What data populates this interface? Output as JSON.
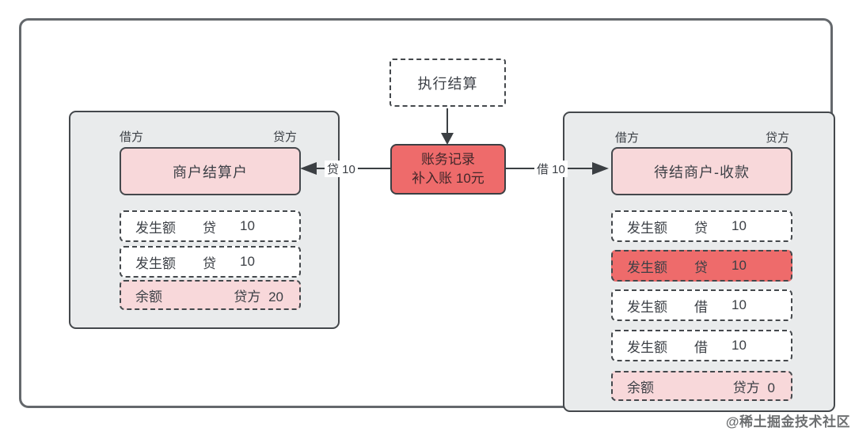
{
  "watermark": "@稀土掘金技术社区",
  "colors": {
    "accent_red": "#ee6b6b",
    "accent_pink": "#f8d8da",
    "panel_bg": "#e9ebec",
    "line": "#3b3f43"
  },
  "flow": {
    "trigger_label": "执行结算",
    "record_line1": "账务记录",
    "record_line2": "补入账 10元",
    "left_arrow_label": "贷 10",
    "right_arrow_label": "借 10"
  },
  "left_panel": {
    "debit_header": "借方",
    "credit_header": "贷方",
    "account_name": "商户结算户",
    "rows": [
      {
        "label": "发生额",
        "side": "贷",
        "value": "10"
      },
      {
        "label": "发生额",
        "side": "贷",
        "value": "10"
      }
    ],
    "balance": {
      "label": "余额",
      "side": "贷方",
      "value": "20"
    }
  },
  "right_panel": {
    "debit_header": "借方",
    "credit_header": "贷方",
    "account_name": "待结商户-收款",
    "rows": [
      {
        "label": "发生额",
        "side": "贷",
        "value": "10"
      },
      {
        "label": "发生额",
        "side": "贷",
        "value": "10"
      },
      {
        "label": "发生额",
        "side": "借",
        "value": "10"
      },
      {
        "label": "发生额",
        "side": "借",
        "value": "10"
      }
    ],
    "balance": {
      "label": "余额",
      "side": "贷方",
      "value": "0"
    }
  }
}
